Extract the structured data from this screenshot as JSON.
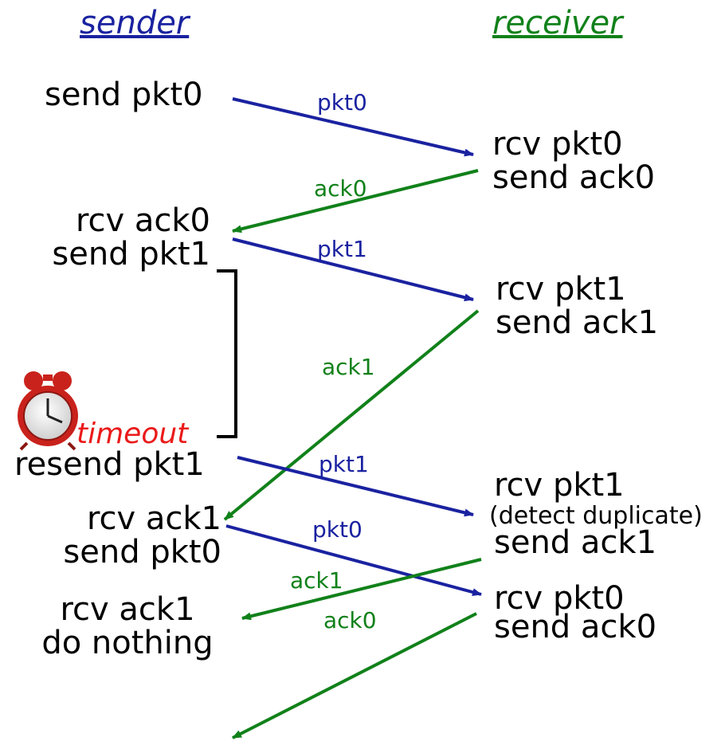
{
  "columns": {
    "sender": "sender",
    "receiver": "receiver"
  },
  "colors": {
    "pkt": "#1a22a0",
    "ack": "#11811a",
    "timeout": "#ea1a1a"
  },
  "sender_events": [
    {
      "id": "s1",
      "lines": [
        "send pkt0"
      ]
    },
    {
      "id": "s2",
      "lines": [
        "rcv ack0",
        "send pkt1"
      ]
    },
    {
      "id": "s3",
      "lines": [
        "resend pkt1"
      ]
    },
    {
      "id": "s4",
      "lines": [
        "rcv ack1",
        "send pkt0"
      ]
    },
    {
      "id": "s5",
      "lines": [
        "rcv ack1",
        "do nothing"
      ]
    }
  ],
  "receiver_events": [
    {
      "id": "r1",
      "lines": [
        "rcv pkt0",
        "send ack0"
      ]
    },
    {
      "id": "r2",
      "lines": [
        "rcv pkt1",
        "send ack1"
      ]
    },
    {
      "id": "r3",
      "lines": [
        "rcv pkt1",
        "(detect duplicate)",
        "send ack1"
      ]
    },
    {
      "id": "r4",
      "lines": [
        "rcv pkt0",
        "send ack0"
      ]
    }
  ],
  "timeout": {
    "label": "timeout",
    "icon": "alarm-clock-icon"
  },
  "messages": [
    {
      "id": "m1",
      "label": "pkt0",
      "kind": "pkt",
      "from": "sender",
      "to": "receiver"
    },
    {
      "id": "m2",
      "label": "ack0",
      "kind": "ack",
      "from": "receiver",
      "to": "sender"
    },
    {
      "id": "m3",
      "label": "pkt1",
      "kind": "pkt",
      "from": "sender",
      "to": "receiver"
    },
    {
      "id": "m4",
      "label": "ack1",
      "kind": "ack",
      "from": "receiver",
      "to": "sender"
    },
    {
      "id": "m5",
      "label": "pkt1",
      "kind": "pkt",
      "from": "sender",
      "to": "receiver"
    },
    {
      "id": "m6",
      "label": "pkt0",
      "kind": "pkt",
      "from": "sender",
      "to": "receiver"
    },
    {
      "id": "m7",
      "label": "ack1",
      "kind": "ack",
      "from": "receiver",
      "to": "sender"
    },
    {
      "id": "m8",
      "label": "ack0",
      "kind": "ack",
      "from": "receiver",
      "to": "sender"
    }
  ]
}
